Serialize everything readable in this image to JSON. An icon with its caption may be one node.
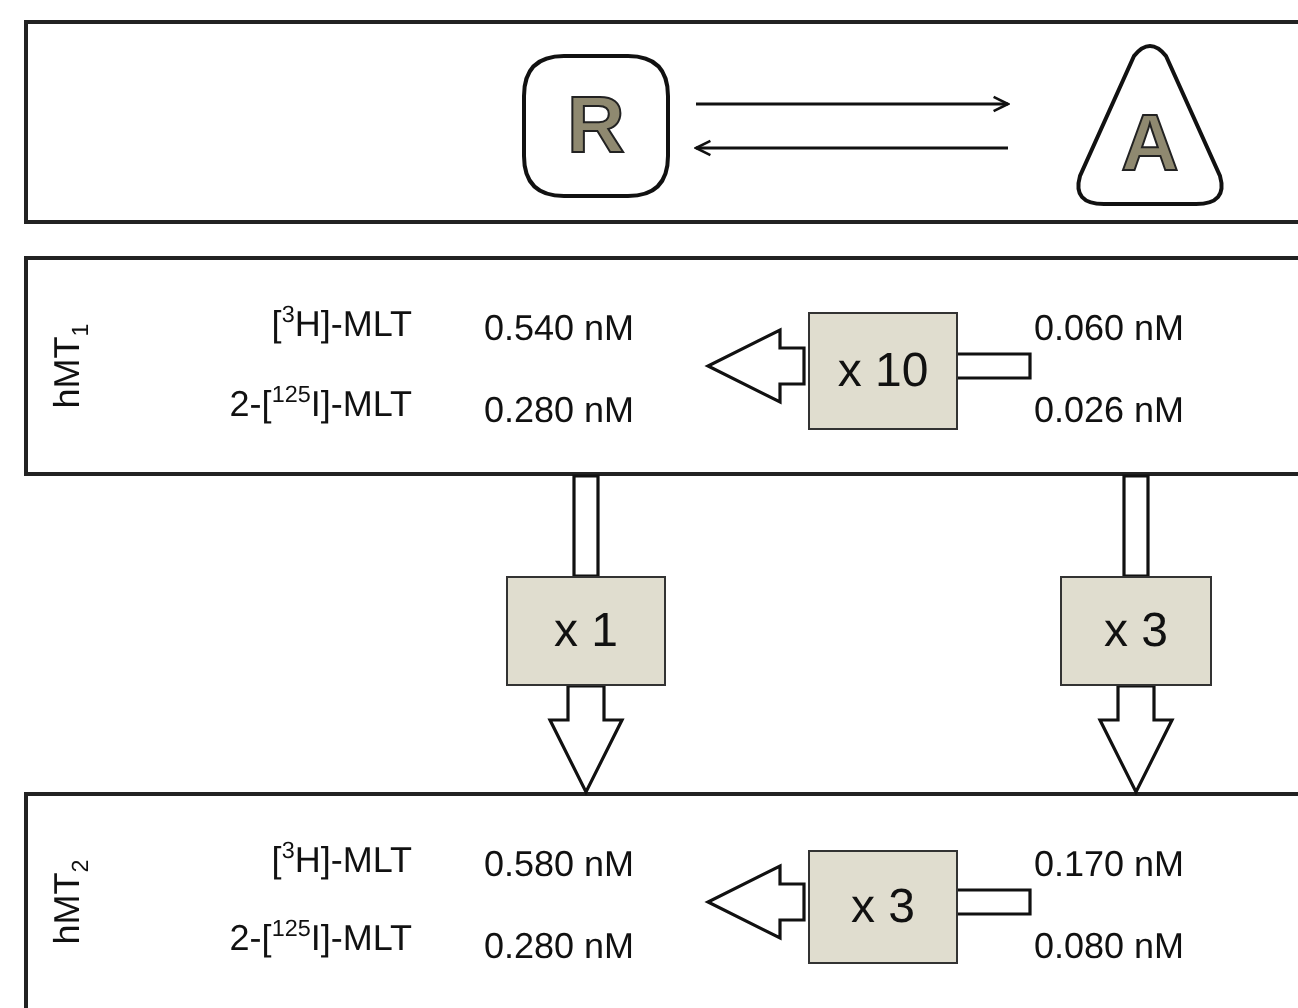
{
  "diagram": {
    "nodes": [
      {
        "text": [],
        "shape": "box"
      },
      {
        "text": [
          "R"
        ],
        "in": 0
      },
      {
        "text": [
          "A"
        ],
        "in": 0
      },
      {
        "text": [
          "hMT$_{1}$"
        ]
      },
      {
        "text": [
          "0.540 nM",
          "0.280 nM"
        ],
        "in": 3
      },
      {
        "text": [
          "x 10"
        ],
        "in": 3
      },
      {
        "text": [
          "0.060 nM",
          "0.026 nM"
        ],
        "in": 3
      },
      {
        "text": [
          "x 1"
        ]
      },
      {
        "text": [
          "x 3"
        ]
      },
      {
        "text": [
          "hMT$_{2}$"
        ]
      },
      {
        "text": [
          "0.580 nM",
          "0.280 nM"
        ],
        "in": 9
      },
      {
        "text": [
          "x 3"
        ],
        "in": 9
      },
      {
        "text": [
          "0.170 nM",
          "0.080 nM"
        ],
        "in": 9
      }
    ],
    "edges": [
      {
        "from": 1,
        "to": 2,
        "arrow": "to"
      },
      {
        "from": 2,
        "to": 1,
        "arrow": "to"
      },
      {
        "from": 6,
        "to": 5,
        "arrow": "none",
        "style": "thick"
      },
      {
        "from": 5,
        "to": 4,
        "arrow": "to",
        "style": "thick"
      },
      {
        "from": 3,
        "to": 7,
        "arrow": "none",
        "style": "thick"
      },
      {
        "from": 7,
        "to": 9,
        "arrow": "to",
        "style": "thick"
      },
      {
        "from": 3,
        "to": 8,
        "arrow": "none",
        "style": "thick"
      },
      {
        "from": 8,
        "to": 9,
        "arrow": "to",
        "style": "thick"
      },
      {
        "from": 12,
        "to": 11,
        "arrow": "none",
        "style": "thick"
      },
      {
        "from": 11,
        "to": 10,
        "arrow": "to",
        "style": "thick"
      }
    ],
    "labels": [
      "[$^{3}$H]-MLT",
      "2-[$^{125}$I]-MLT",
      "[$^{3}$H]-MLT",
      "2-[$^{125}$I]-MLT"
    ]
  }
}
